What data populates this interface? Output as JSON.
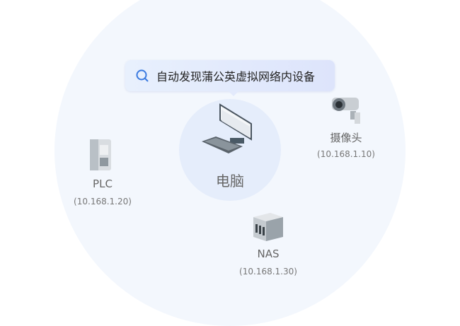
{
  "tooltip": {
    "text": "自动发现蒲公英虚拟网络内设备",
    "icon": "search-icon"
  },
  "center": {
    "label": "电脑",
    "icon": "desktop-computer-icon"
  },
  "devices": [
    {
      "name": "摄像头",
      "ip": "(10.168.1.10)",
      "icon": "camera-icon"
    },
    {
      "name": "PLC",
      "ip": "(10.168.1.20)",
      "icon": "plc-icon"
    },
    {
      "name": "NAS",
      "ip": "(10.168.1.30)",
      "icon": "nas-icon"
    }
  ],
  "colors": {
    "accent": "#3a7ae0",
    "bg": "#f3f7fd"
  }
}
